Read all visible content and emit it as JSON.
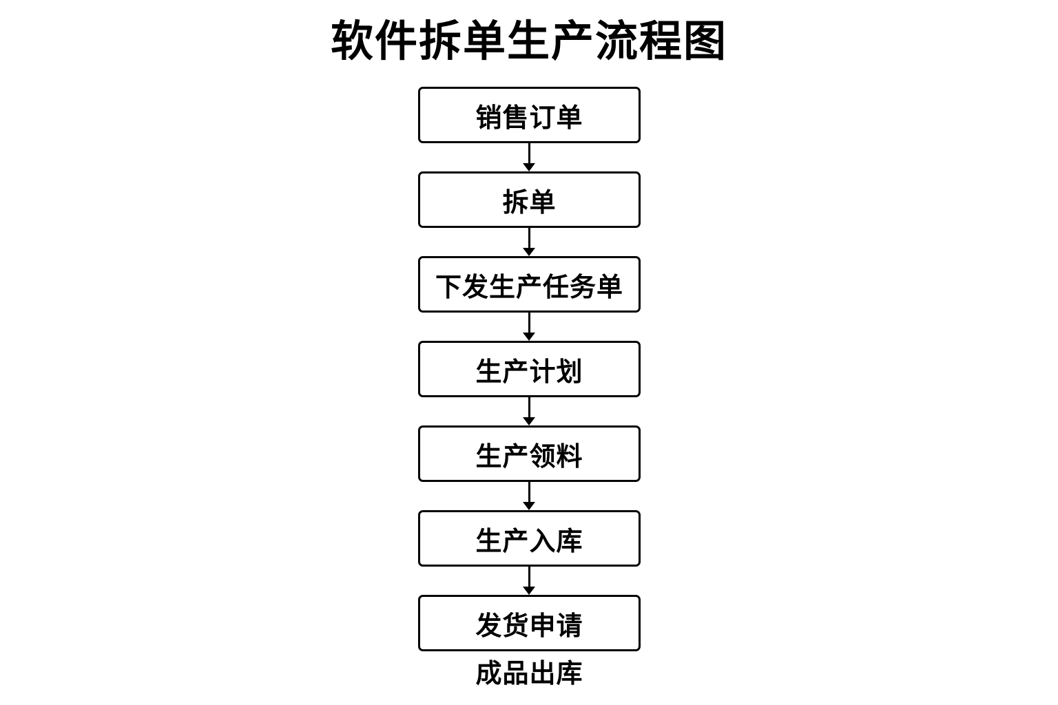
{
  "diagram": {
    "title": "软件拆单生产流程图",
    "steps": [
      {
        "label": "销售订单"
      },
      {
        "label": "拆单"
      },
      {
        "label": "下发生产任务单"
      },
      {
        "label": "生产计划"
      },
      {
        "label": "生产领料"
      },
      {
        "label": "生产入库"
      },
      {
        "label": "发货申请"
      }
    ],
    "final_label": "成品出库"
  }
}
